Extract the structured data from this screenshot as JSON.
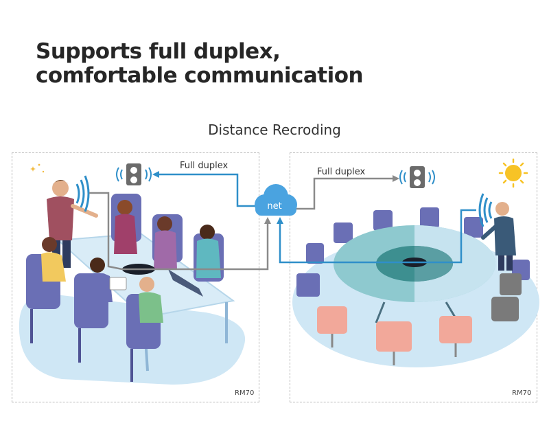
{
  "headline": {
    "line1": "Supports full duplex,",
    "line2": "comfortable communication"
  },
  "subtitle": "Distance Recroding",
  "network": {
    "cloud_label": "net",
    "left_link_label": "Full duplex",
    "right_link_label": "Full duplex"
  },
  "panels": {
    "left": {
      "model": "RM70",
      "time_icon": "moon-icon"
    },
    "right": {
      "model": "RM70",
      "time_icon": "sun-icon"
    }
  },
  "colors": {
    "link_blue": "#2f8fc9",
    "link_grey": "#8a8a8a",
    "cloud_blue": "#4aa3e0",
    "floor_blue": "#cfe7f5",
    "chair_purple": "#6a6fb5",
    "chair_salmon": "#f2a89a",
    "sun": "#f7c326",
    "moon": "#f2b93b"
  }
}
